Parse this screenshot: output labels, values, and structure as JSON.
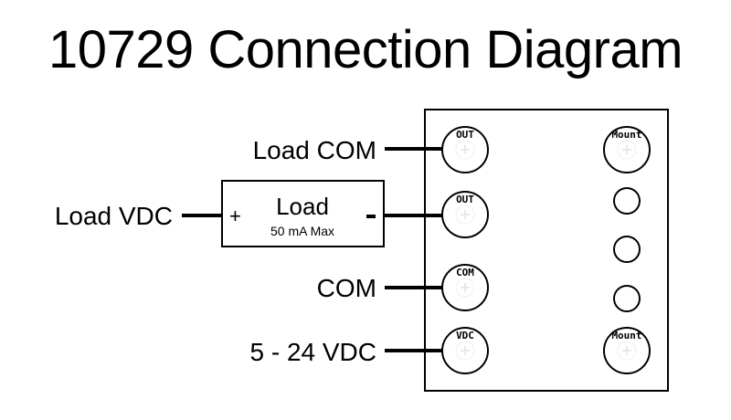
{
  "title": "10729 Connection Diagram",
  "wires": [
    {
      "label": "Load COM",
      "pin": 0
    },
    {
      "label": "Load VDC",
      "pin": 1,
      "via_load": true
    },
    {
      "label": "COM",
      "pin": 2
    },
    {
      "label": "5 - 24 VDC",
      "pin": 3
    }
  ],
  "load": {
    "title": "Load",
    "subtitle": "50 mA Max",
    "plus": "+",
    "minus": "-"
  },
  "board": {
    "left_pins": [
      "OUT",
      "OUT",
      "COM",
      "VDC"
    ],
    "right_pins": [
      "Mount",
      "",
      "",
      "",
      "Mount"
    ]
  }
}
